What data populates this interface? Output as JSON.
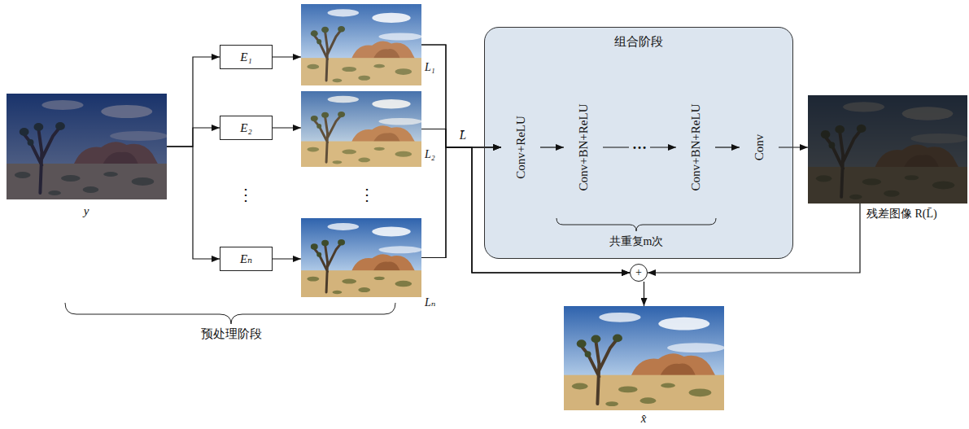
{
  "diagram": {
    "nodes": [
      {
        "text": [
          "y"
        ]
      },
      {
        "text": [
          "E₁"
        ]
      },
      {
        "text": [
          "E₂"
        ]
      },
      {
        "text": [
          "Eₙ"
        ]
      },
      {
        "text": [
          "L₁"
        ]
      },
      {
        "text": [
          "L₂"
        ]
      },
      {
        "text": [
          "Lₙ"
        ]
      },
      {
        "text": [
          "组合阶段"
        ]
      },
      {
        "text": [
          "Conv+ReLU"
        ],
        "in": 7
      },
      {
        "text": [
          "Conv+BN+ReLU"
        ],
        "in": 7
      },
      {
        "text": [
          "Conv+BN+ReLU"
        ],
        "in": 7
      },
      {
        "text": [
          "Conv"
        ],
        "in": 7
      },
      {
        "text": [
          "残差图像 R(L̄)"
        ]
      },
      {
        "text": [
          "+"
        ]
      },
      {
        "text": [
          "x̂"
        ]
      }
    ],
    "edges": [
      {
        "from": 0,
        "to": 1,
        "arrow": "to"
      },
      {
        "from": 0,
        "to": 2,
        "arrow": "to"
      },
      {
        "from": 0,
        "to": 3,
        "arrow": "to"
      },
      {
        "from": 1,
        "to": 4,
        "arrow": "to"
      },
      {
        "from": 2,
        "to": 5,
        "arrow": "to"
      },
      {
        "from": 3,
        "to": 6,
        "arrow": "to"
      },
      {
        "from": 4,
        "to": 8,
        "arrow": "to"
      },
      {
        "from": 5,
        "to": 8,
        "arrow": "to"
      },
      {
        "from": 6,
        "to": 8,
        "arrow": "to"
      },
      {
        "from": 4,
        "to": 13,
        "arrow": "to"
      },
      {
        "from": 5,
        "to": 13,
        "arrow": "to"
      },
      {
        "from": 6,
        "to": 13,
        "arrow": "to"
      },
      {
        "from": 8,
        "to": 9,
        "arrow": "to"
      },
      {
        "from": 9,
        "to": 10,
        "label": "…",
        "arrow": "to"
      },
      {
        "from": 10,
        "to": 11,
        "arrow": "to"
      },
      {
        "from": 11,
        "to": 12,
        "arrow": "to"
      },
      {
        "from": 12,
        "to": 13,
        "arrow": "to"
      },
      {
        "from": 13,
        "to": 14,
        "arrow": "to"
      }
    ],
    "labels": [
      "⋮",
      "⋮",
      "L̄",
      "共重复m次",
      "预处理阶段"
    ]
  }
}
